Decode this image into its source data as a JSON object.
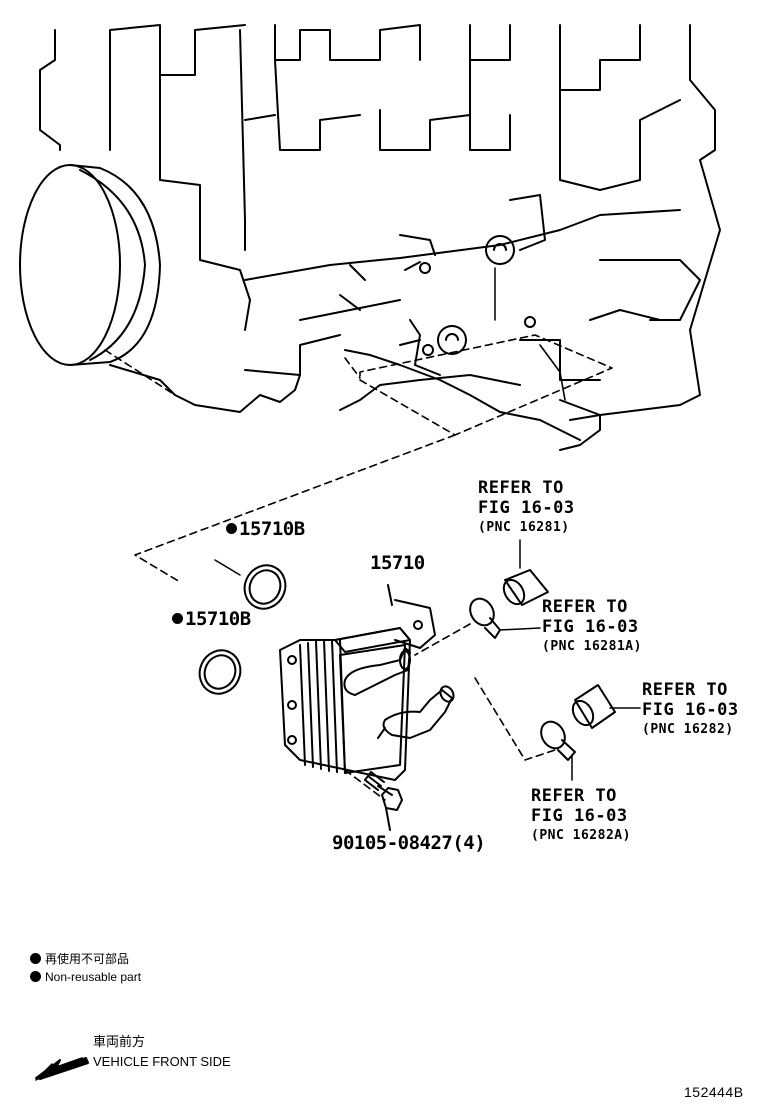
{
  "part_numbers": {
    "oil_cooler": "15710",
    "gasket_upper": "15710B",
    "gasket_lower": "15710B",
    "bolt": "90105-08427(4)"
  },
  "refer_callouts": [
    {
      "line1": "REFER TO",
      "line2": "FIG 16-03",
      "line3": "(PNC 16281)"
    },
    {
      "line1": "REFER TO",
      "line2": "FIG 16-03",
      "line3": "(PNC 16281A)"
    },
    {
      "line1": "REFER TO",
      "line2": "FIG 16-03",
      "line3": "(PNC 16282)"
    },
    {
      "line1": "REFER TO",
      "line2": "FIG 16-03",
      "line3": "(PNC 16282A)"
    }
  ],
  "legend": {
    "jp": "再使用不可部品",
    "en": "Non-reusable part"
  },
  "front_indicator": {
    "jp": "車両前方",
    "en": "VEHICLE FRONT SIDE"
  },
  "figure_id": "152444B"
}
